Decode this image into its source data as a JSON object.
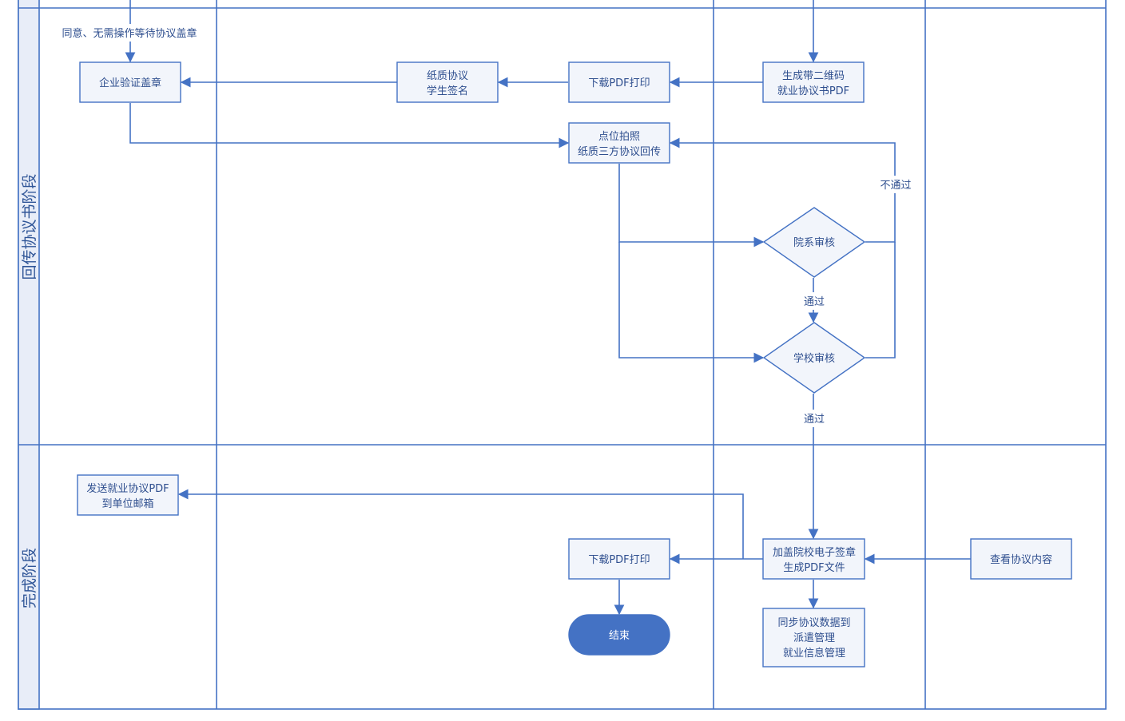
{
  "lanes": {
    "return": "回传协议书阶段",
    "complete": "完成阶段"
  },
  "nodes": {
    "enterprise_seal": "企业验证盖章",
    "paper_sign": [
      "纸质协议",
      "学生签名"
    ],
    "download_print_1": "下载PDF打印",
    "generate_pdf": [
      "生成带二维码",
      "就业协议书PDF"
    ],
    "photo_upload": [
      "点位拍照",
      "纸质三方协议回传"
    ],
    "dept_review": "院系审核",
    "school_review": "学校审核",
    "send_email": [
      "发送就业协议PDF",
      "到单位邮箱"
    ],
    "add_seal": [
      "加盖院校电子签章",
      "生成PDF文件"
    ],
    "download_print_2": "下载PDF打印",
    "end": "结束",
    "view_content": "查看协议内容",
    "sync_data": [
      "同步协议数据到",
      "派遣管理",
      "就业信息管理"
    ]
  },
  "labels": {
    "agree_wait": "同意、无需操作等待协议盖章",
    "reject": "不通过",
    "pass_1": "通过",
    "pass_2": "通过"
  },
  "colors": {
    "line": "#4472c4",
    "node_fill": "#f2f5fb",
    "lane_header": "#e8edf8",
    "end_fill": "#4472c4"
  }
}
